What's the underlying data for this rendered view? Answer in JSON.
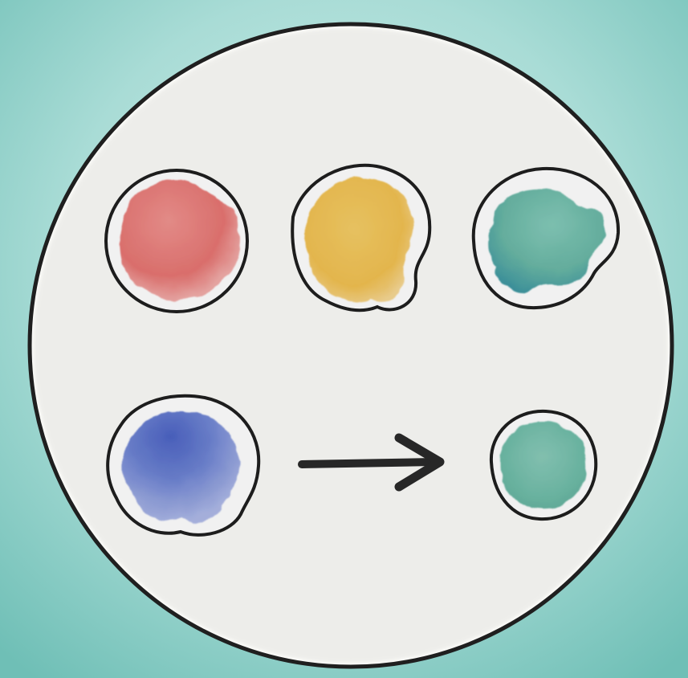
{
  "image": {
    "kind": "watercolor illustration",
    "background_color": "#a9dcd6",
    "plate_color": "#fbfbf8",
    "outline_color": "#1f1f1f",
    "blobs": [
      {
        "name": "red-watercolor-blob",
        "color": "#e9736f"
      },
      {
        "name": "yellow-watercolor-blob",
        "color": "#f2c24e"
      },
      {
        "name": "teal-watercolor-blob",
        "color": "#67bca9"
      },
      {
        "name": "blue-watercolor-blob",
        "color": "#5f78cf"
      },
      {
        "name": "result-teal-blob",
        "color": "#73bfaa"
      }
    ],
    "arrow_color": "#2a2a2a"
  }
}
